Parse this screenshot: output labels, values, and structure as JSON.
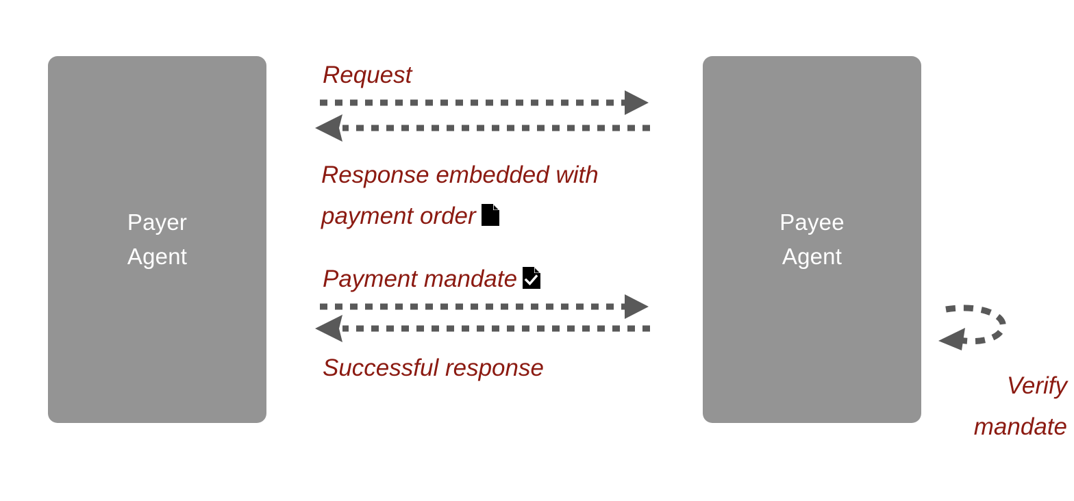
{
  "diagram": {
    "title": "Payer Agent to Payee Agent payment message flow",
    "background_color": "#ffffff",
    "box_color": "#949494",
    "box_text_color": "#ffffff",
    "label_color": "#8B1A11",
    "arrow_color": "#595959",
    "icon_color": "#000000"
  },
  "nodes": [
    {
      "id": "payer",
      "label": "Payer\nAgent"
    },
    {
      "id": "payee",
      "label": "Payee\nAgent"
    }
  ],
  "messages": [
    {
      "id": "request",
      "label": "Request",
      "direction": "payer-to-payee",
      "style": "dashed",
      "icon": null
    },
    {
      "id": "response",
      "label": "Response embedded with payment order",
      "direction": "payee-to-payer",
      "style": "dashed",
      "icon": "document-icon"
    },
    {
      "id": "payment-mandate",
      "label": "Payment mandate",
      "direction": "payer-to-payee",
      "style": "dashed",
      "icon": "document-check-icon"
    },
    {
      "id": "successful-response",
      "label": "Successful response",
      "direction": "payee-to-payer",
      "style": "dashed",
      "icon": null
    }
  ],
  "self_loop": {
    "id": "verify",
    "label": "Verify mandate",
    "on_node": "payee",
    "style": "dashed-curved"
  },
  "labels": {
    "request": "Request",
    "response_line1": "Response embedded with",
    "response_line2": "payment order",
    "payment_mandate": "Payment mandate",
    "successful_response": "Successful response",
    "verify_mandate": "Verify mandate"
  },
  "icons": {
    "document": "document-icon",
    "document_check": "document-check-icon",
    "arrow_right": "arrow-right-icon",
    "arrow_left": "arrow-left-icon",
    "loop_arrow": "loop-arrow-icon"
  }
}
